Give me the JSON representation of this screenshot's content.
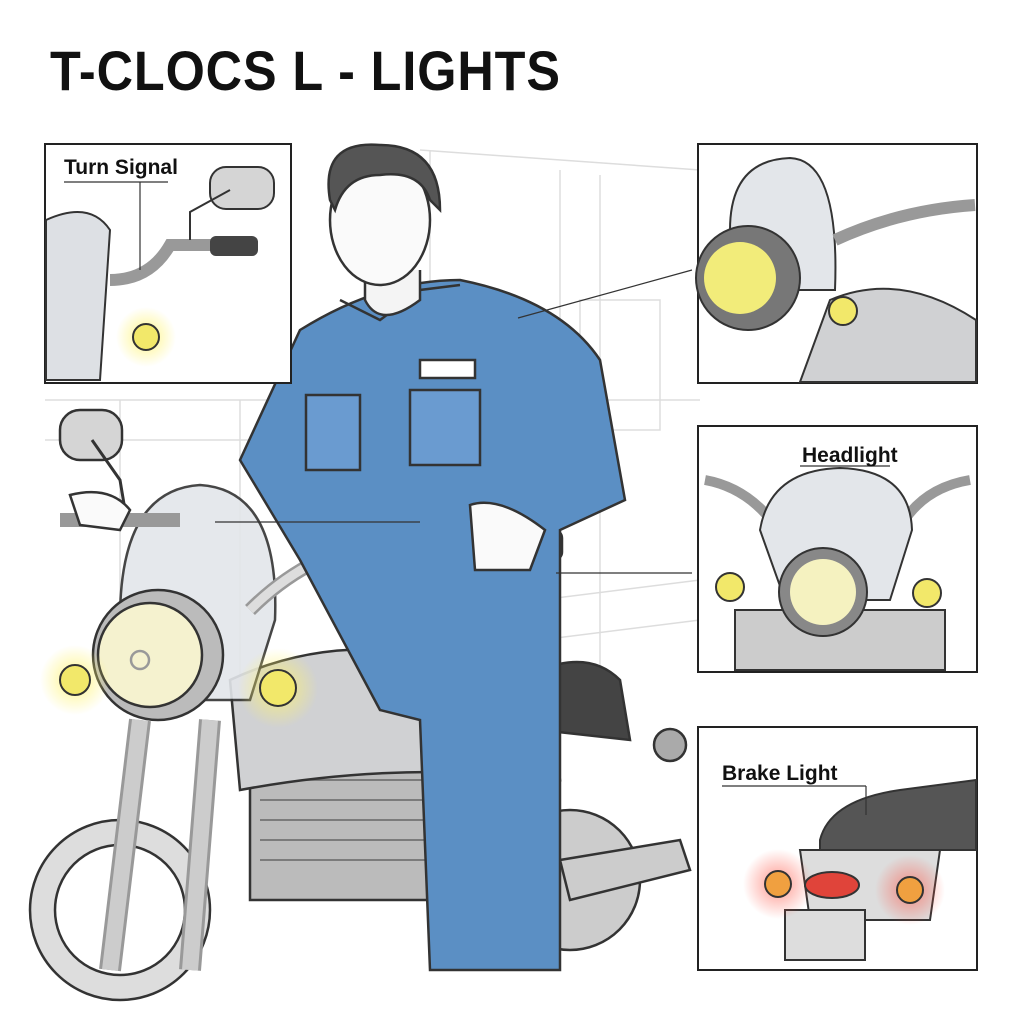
{
  "title": "T-CLOCS L - LIGHTS",
  "insets": {
    "turn_signal": "Turn Signal",
    "headlight": "Headlight",
    "brake_light": "Brake Light"
  },
  "colors": {
    "overall": "#5b8fc4",
    "lamp": "#f2e86a",
    "brake": "#e0443a",
    "amber": "#f0a040",
    "chrome": "#c9cacc"
  }
}
